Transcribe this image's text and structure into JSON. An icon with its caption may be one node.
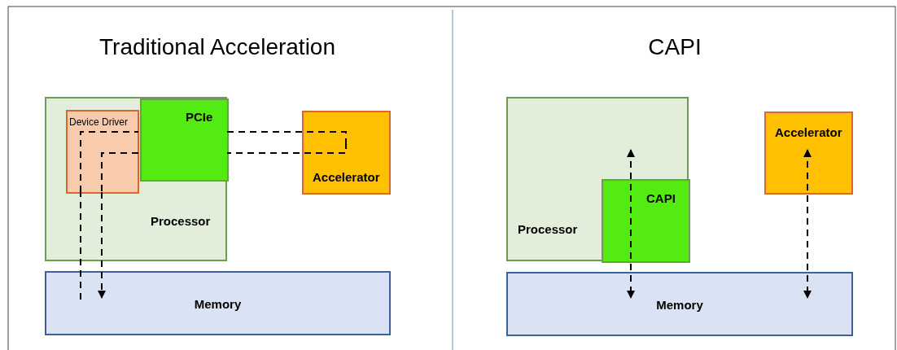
{
  "diagram": {
    "nodes": [
      {
        "text": [
          "Processor"
        ]
      },
      {
        "text": [
          "Device Driver"
        ],
        "in": 0
      },
      {
        "text": [
          "PCIe"
        ],
        "in": 0
      },
      {
        "text": [
          "Accelerator"
        ]
      },
      {
        "text": [
          "Memory"
        ]
      },
      {
        "text": [
          "Processor"
        ]
      },
      {
        "text": [
          "CAPI"
        ],
        "in": 5
      },
      {
        "text": [
          "Accelerator"
        ]
      },
      {
        "text": [
          "Memory"
        ]
      }
    ],
    "edges": [
      {
        "from": 4,
        "to": 1,
        "arrow": "none",
        "style": "dashed"
      },
      {
        "from": 1,
        "to": 2,
        "arrow": "none",
        "style": "dashed"
      },
      {
        "from": 2,
        "to": 3,
        "arrow": "none",
        "style": "dashed"
      },
      {
        "from": 3,
        "to": 2,
        "arrow": "none",
        "style": "dashed"
      },
      {
        "from": 2,
        "to": 1,
        "arrow": "none",
        "style": "dashed"
      },
      {
        "from": 1,
        "to": 4,
        "arrow": "to",
        "style": "dashed"
      },
      {
        "from": 6,
        "to": 8,
        "arrow": "both",
        "style": "dashed"
      },
      {
        "from": 7,
        "to": 8,
        "arrow": "both",
        "style": "dashed"
      }
    ],
    "labels": [
      "Traditional Acceleration",
      "CAPI"
    ]
  }
}
